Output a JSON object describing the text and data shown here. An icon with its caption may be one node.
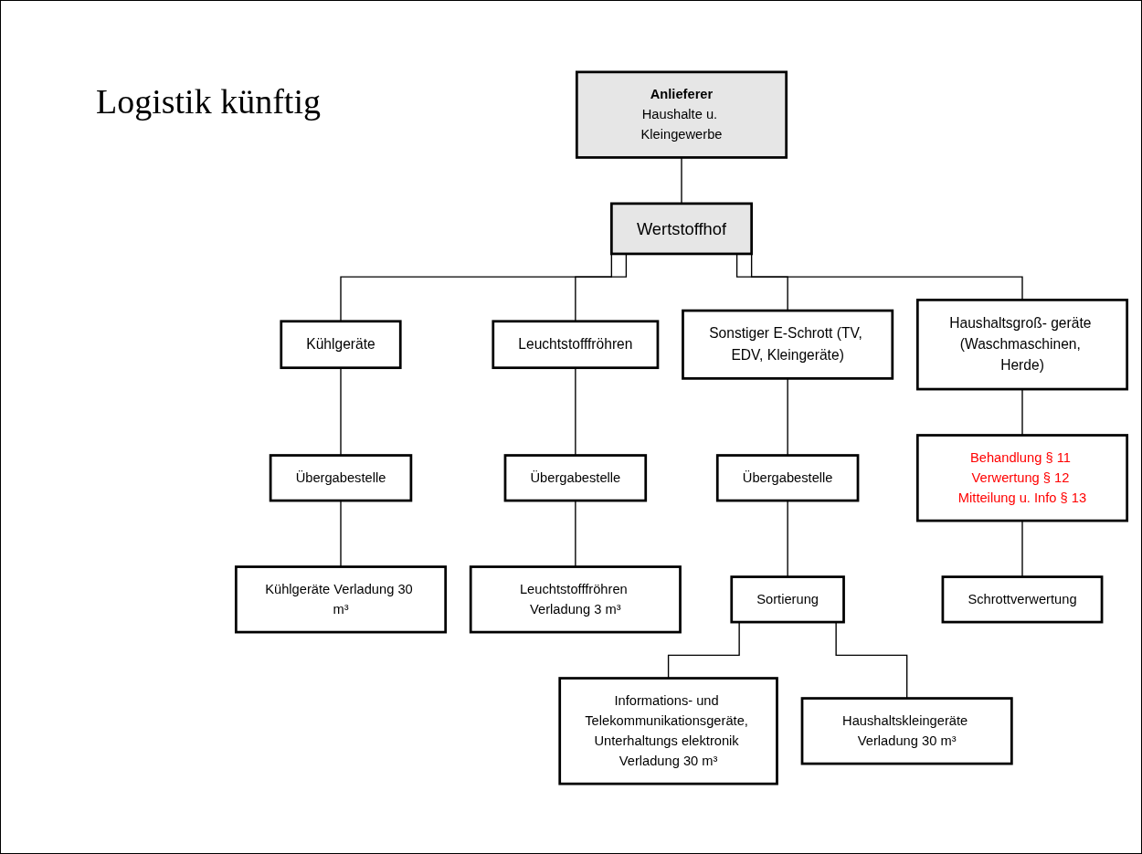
{
  "diagram": {
    "title": "Logistik künftig",
    "nodes": [
      {
        "text": [
          "Anlieferer",
          "Haushalte u. Kleingewerbe"
        ]
      },
      {
        "text": [
          "Wertstoffhof"
        ]
      },
      {
        "text": [
          "Kühlgeräte"
        ]
      },
      {
        "text": [
          "Leuchtstofffröhren"
        ]
      },
      {
        "text": [
          "Sonstiger E-Schrott (TV, EDV, Kleingeräte)"
        ]
      },
      {
        "text": [
          "Haushaltsgroß- geräte (Waschmaschinen, Herde)"
        ]
      },
      {
        "text": [
          "Übergabestelle"
        ]
      },
      {
        "text": [
          "Übergabestelle"
        ]
      },
      {
        "text": [
          "Übergabestelle"
        ]
      },
      {
        "text": [
          "Behandlung § 11 Verwertung § 12 Mitteilung u. Info § 13"
        ]
      },
      {
        "text": [
          "Kühlgeräte Verladung 30 m³"
        ]
      },
      {
        "text": [
          "Leuchtstofffröhren Verladung 3 m³"
        ]
      },
      {
        "text": [
          "Sortierung"
        ]
      },
      {
        "text": [
          "Schrottverwertung"
        ]
      },
      {
        "text": [
          "Informations- und Telekommunikationsgeräte, Unterhaltungs elektronik Verladung 30 m³"
        ]
      },
      {
        "text": [
          "Haushaltskleingeräte Verladung 30 m³"
        ]
      }
    ],
    "edges": [
      {
        "from": 0,
        "to": 1,
        "arrow": "none"
      },
      {
        "from": 1,
        "to": 2,
        "arrow": "none"
      },
      {
        "from": 1,
        "to": 3,
        "arrow": "none"
      },
      {
        "from": 1,
        "to": 4,
        "arrow": "none"
      },
      {
        "from": 1,
        "to": 5,
        "arrow": "none"
      },
      {
        "from": 2,
        "to": 6,
        "arrow": "none"
      },
      {
        "from": 3,
        "to": 7,
        "arrow": "none"
      },
      {
        "from": 4,
        "to": 8,
        "arrow": "none"
      },
      {
        "from": 5,
        "to": 9,
        "arrow": "none"
      },
      {
        "from": 6,
        "to": 10,
        "arrow": "none"
      },
      {
        "from": 7,
        "to": 11,
        "arrow": "none"
      },
      {
        "from": 8,
        "to": 12,
        "arrow": "none"
      },
      {
        "from": 9,
        "to": 13,
        "arrow": "none"
      },
      {
        "from": 12,
        "to": 14,
        "arrow": "none"
      },
      {
        "from": 12,
        "to": 15,
        "arrow": "none"
      }
    ]
  }
}
